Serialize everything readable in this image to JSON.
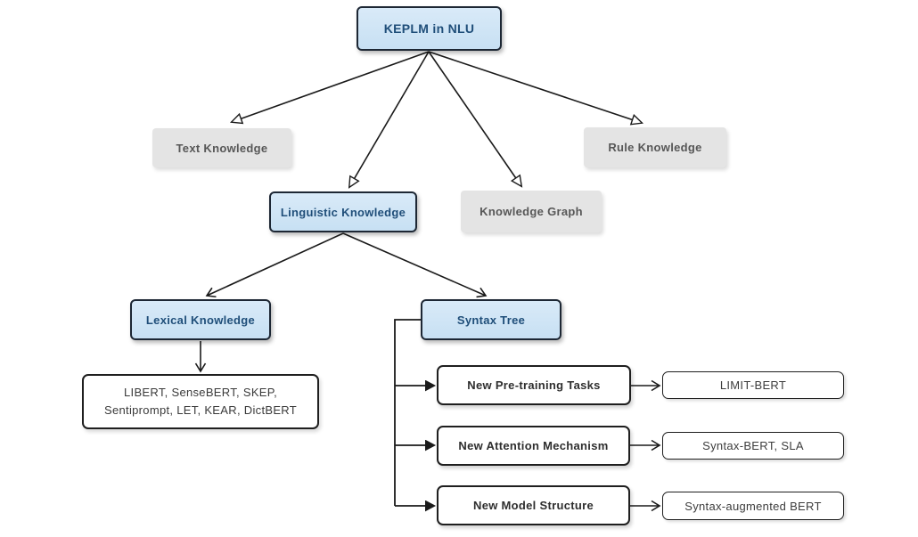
{
  "colors": {
    "node_blue_fill": "#cce3f5",
    "node_blue_border": "#1d2734",
    "node_blue_text": "#1f4e79",
    "node_gray_fill": "#e4e4e4",
    "node_gray_text": "#575757",
    "node_white_fill": "#ffffff",
    "node_white_border": "#1f1f1f",
    "arrow": "#1a1a1a",
    "background": "#ffffff"
  },
  "diagram": {
    "title": "KEPLM in NLU taxonomy",
    "nodes": {
      "root": {
        "label": "KEPLM in NLU"
      },
      "text_knowledge": {
        "label": "Text Knowledge"
      },
      "rule_knowledge": {
        "label": "Rule Knowledge"
      },
      "linguistic_knowledge": {
        "label": "Linguistic Knowledge"
      },
      "knowledge_graph": {
        "label": "Knowledge Graph"
      },
      "lexical_knowledge": {
        "label": "Lexical Knowledge"
      },
      "syntax_tree": {
        "label": "Syntax Tree"
      },
      "lexical_models": {
        "label": "LIBERT, SenseBERT, SKEP, Sentiprompt, LET, KEAR, DictBERT"
      },
      "new_pretraining_tasks": {
        "label": "New Pre-training Tasks"
      },
      "limit_bert": {
        "label": "LIMIT-BERT"
      },
      "new_attention_mechanism": {
        "label": "New Attention Mechanism"
      },
      "syntax_bert_sla": {
        "label": "Syntax-BERT, SLA"
      },
      "new_model_structure": {
        "label": "New Model Structure"
      },
      "syntax_augmented_bert": {
        "label": "Syntax-augmented BERT"
      }
    },
    "edges": [
      {
        "from": "root",
        "to": "text_knowledge",
        "head": "hollow-triangle"
      },
      {
        "from": "root",
        "to": "linguistic_knowledge",
        "head": "hollow-triangle"
      },
      {
        "from": "root",
        "to": "knowledge_graph",
        "head": "hollow-triangle"
      },
      {
        "from": "root",
        "to": "rule_knowledge",
        "head": "hollow-triangle"
      },
      {
        "from": "linguistic_knowledge",
        "to": "lexical_knowledge",
        "head": "open-vee"
      },
      {
        "from": "linguistic_knowledge",
        "to": "syntax_tree",
        "head": "open-vee"
      },
      {
        "from": "lexical_knowledge",
        "to": "lexical_models",
        "head": "open-vee"
      },
      {
        "from": "syntax_tree",
        "to": "new_pretraining_tasks",
        "head": "solid-triangle"
      },
      {
        "from": "syntax_tree",
        "to": "new_attention_mechanism",
        "head": "solid-triangle"
      },
      {
        "from": "syntax_tree",
        "to": "new_model_structure",
        "head": "solid-triangle"
      },
      {
        "from": "new_pretraining_tasks",
        "to": "limit_bert",
        "head": "open-vee"
      },
      {
        "from": "new_attention_mechanism",
        "to": "syntax_bert_sla",
        "head": "open-vee"
      },
      {
        "from": "new_model_structure",
        "to": "syntax_augmented_bert",
        "head": "open-vee"
      }
    ]
  }
}
